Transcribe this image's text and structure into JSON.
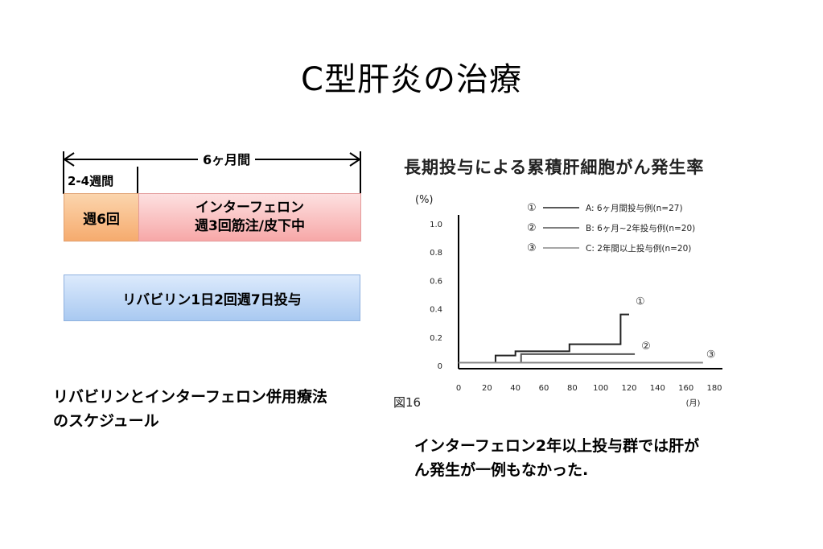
{
  "slide": {
    "title": "C型肝炎の治療"
  },
  "schedule": {
    "duration_label": "6ヶ月間",
    "initial_label": "2-4週間",
    "weekly_box": "週6回",
    "ifn_line1": "インターフェロン",
    "ifn_line2": "週3回筋注/皮下中",
    "ribavirin_box": "リバビリン1日2回週7日投与",
    "caption_line1": "リバビリンとインターフェロン併用療法",
    "caption_line2": "のスケジュール"
  },
  "figure": {
    "label": "図16",
    "caption_line1": "インターフェロン2年以上投与群では肝が",
    "caption_line2": "ん発生が一例もなかった."
  },
  "chart_data": {
    "type": "line",
    "title": "長期投与による累積肝細胞がん発生率",
    "ylabel": "(%)",
    "xlabel": "(月)",
    "xlim": [
      0,
      180
    ],
    "ylim": [
      0,
      1.0
    ],
    "x_ticks": [
      "0",
      "20",
      "40",
      "60",
      "80",
      "100",
      "120",
      "140",
      "160",
      "180"
    ],
    "y_ticks": [
      "0",
      "0.2",
      "0.4",
      "0.6",
      "0.8",
      "1.0"
    ],
    "legend_position": "top-right",
    "series": [
      {
        "name": "A: 6ヶ月間投与例(n=27)",
        "marker": "①",
        "color": "#222222",
        "x": [
          0,
          26,
          26,
          40,
          40,
          78,
          78,
          114,
          114,
          120
        ],
        "y": [
          0.02,
          0.02,
          0.07,
          0.07,
          0.1,
          0.1,
          0.15,
          0.15,
          0.36,
          0.36
        ]
      },
      {
        "name": "B: 6ヶ月~2年投与例(n=20)",
        "marker": "②",
        "color": "#555555",
        "x": [
          0,
          44,
          44,
          124
        ],
        "y": [
          0.02,
          0.02,
          0.08,
          0.08
        ]
      },
      {
        "name": "C: 2年間以上投与例(n=20)",
        "marker": "③",
        "color": "#888888",
        "x": [
          0,
          172
        ],
        "y": [
          0.02,
          0.02
        ]
      }
    ]
  }
}
